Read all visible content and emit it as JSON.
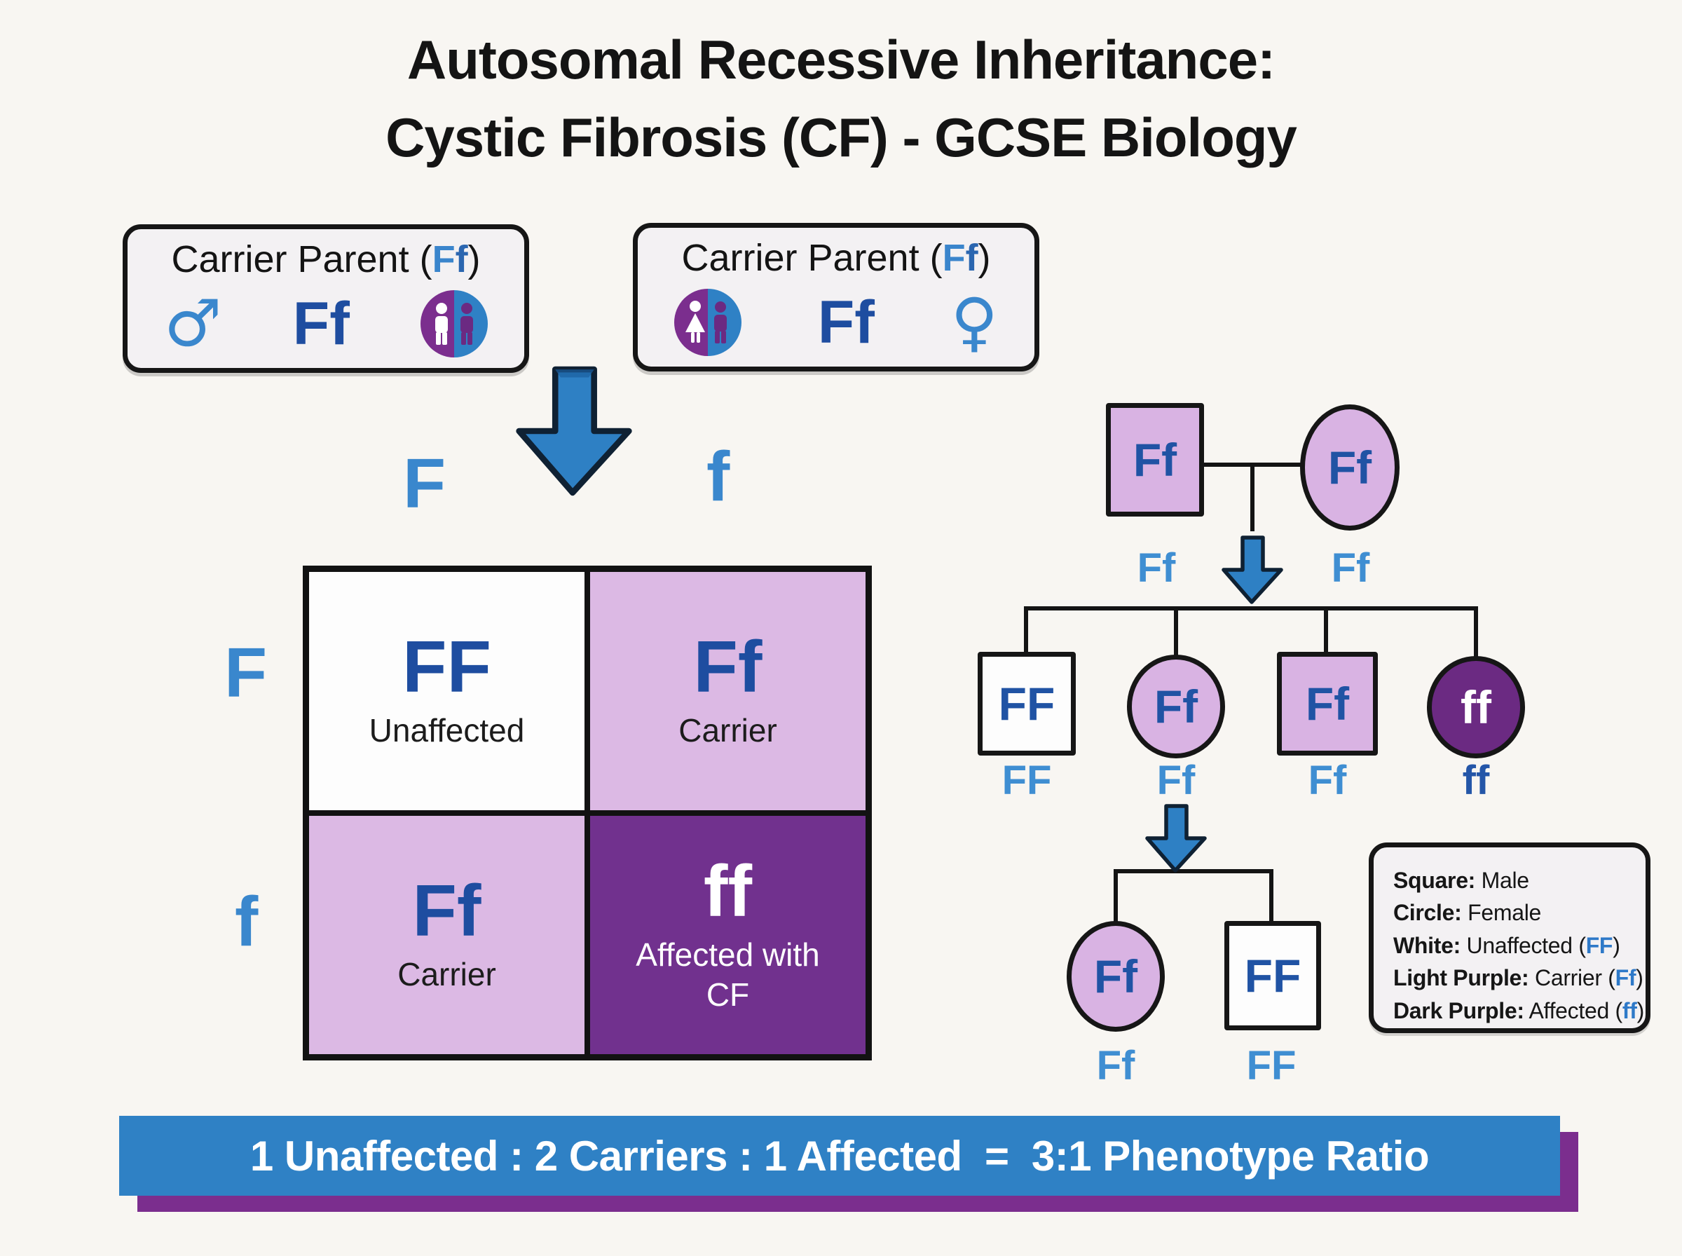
{
  "title": {
    "line1": "Autosomal Recessive Inheritance:",
    "line2": "Cystic Fibrosis (CF) - GCSE Biology"
  },
  "parents": {
    "left": {
      "label_prefix": "Carrier Parent (",
      "allele_F": "F",
      "allele_f": "f",
      "label_suffix": ")",
      "sex_symbol": "♂",
      "genotype": "Ff"
    },
    "right": {
      "label_prefix": "Carrier Parent (",
      "allele_F": "F",
      "allele_f": "f",
      "label_suffix": ")",
      "sex_symbol": "♀",
      "genotype": "Ff"
    }
  },
  "punnett": {
    "col_headers": [
      "F",
      "f"
    ],
    "row_headers": [
      "F",
      "f"
    ],
    "cells": [
      {
        "genotype": "FF",
        "phenotype": "Unaffected",
        "color": "white"
      },
      {
        "genotype": "Ff",
        "phenotype": "Carrier",
        "color": "light-purple"
      },
      {
        "genotype": "Ff",
        "phenotype": "Carrier",
        "color": "light-purple"
      },
      {
        "genotype": "ff",
        "phenotype": "Affected with CF",
        "color": "dark-purple"
      }
    ]
  },
  "pedigree": {
    "gen1": {
      "father": {
        "shape": "square",
        "genotype": "Ff",
        "status": "carrier",
        "label": "Ff"
      },
      "mother": {
        "shape": "circle",
        "genotype": "Ff",
        "status": "carrier",
        "label": "Ff"
      }
    },
    "gen2": [
      {
        "shape": "square",
        "genotype": "FF",
        "status": "unaffected",
        "label": "FF"
      },
      {
        "shape": "circle",
        "genotype": "Ff",
        "status": "carrier",
        "label": "Ff"
      },
      {
        "shape": "square",
        "genotype": "Ff",
        "status": "carrier",
        "label": "Ff"
      },
      {
        "shape": "circle",
        "genotype": "ff",
        "status": "affected",
        "label": "ff"
      }
    ],
    "gen3": [
      {
        "shape": "circle",
        "genotype": "Ff",
        "status": "carrier",
        "label": "Ff"
      },
      {
        "shape": "square",
        "genotype": "FF",
        "status": "unaffected",
        "label": "FF"
      }
    ]
  },
  "legend": {
    "rows": [
      {
        "term": "Square:",
        "text": " Male",
        "open": "",
        "geno": "",
        "close": ""
      },
      {
        "term": "Circle:",
        "text": " Female",
        "open": "",
        "geno": "",
        "close": ""
      },
      {
        "term": "White:",
        "text": " Unaffected (",
        "open": "",
        "geno": "FF",
        "close": ")"
      },
      {
        "term": "Light Purple:",
        "text": " Carrier (",
        "open": "",
        "geno": "Ff",
        "close": ")"
      },
      {
        "term": "Dark Purple:",
        "text": " Affected (",
        "open": "",
        "geno": "ff",
        "close": ")"
      }
    ]
  },
  "banner": {
    "text": "1 Unaffected : 2 Carriers : 1 Affected  =  3:1 Phenotype Ratio"
  },
  "colors": {
    "light_purple": "#dcb9e4",
    "dark_purple": "#71318e",
    "pedigree_dark_purple": "#6b2a82",
    "banner_blue": "#2f81c5",
    "banner_shadow_purple": "#7b2e8e",
    "allele_blue": "#3a87cd",
    "genotype_navy": "#1e4da0",
    "label_light_blue": "#3f8ed2",
    "arrow_blue": "#2e80c4"
  }
}
